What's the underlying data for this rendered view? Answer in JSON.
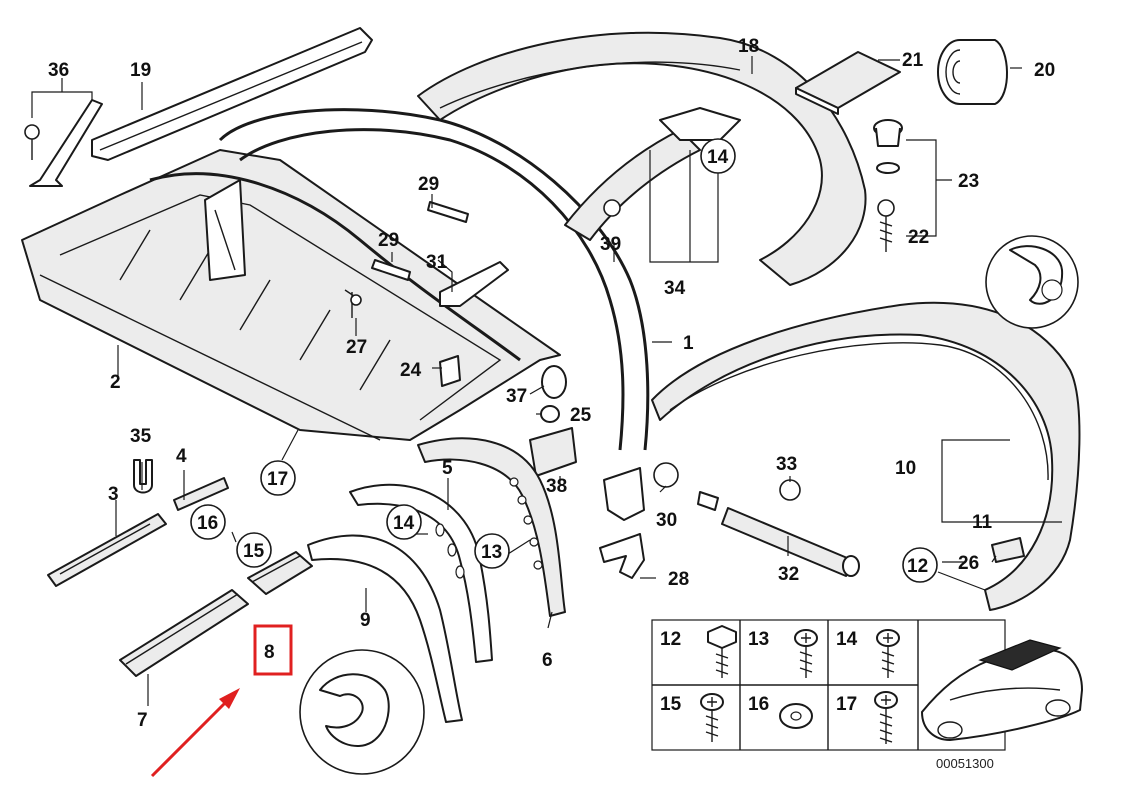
{
  "diagram": {
    "drawing_number": "00051300",
    "highlighted_label": "8",
    "highlight_color": "#e02020"
  },
  "labels": {
    "p1": "1",
    "p2": "2",
    "p3": "3",
    "p4": "4",
    "p5": "5",
    "p6": "6",
    "p7": "7",
    "p8": "8",
    "p9": "9",
    "p10": "10",
    "p11": "11",
    "p12": "12",
    "p13": "13",
    "p14": "14",
    "p15": "15",
    "p16": "16",
    "p17": "17",
    "p18": "18",
    "p19": "19",
    "p20": "20",
    "p21": "21",
    "p22": "22",
    "p23": "23",
    "p24": "24",
    "p25": "25",
    "p26": "26",
    "p27": "27",
    "p28": "28",
    "p29": "29",
    "p30": "30",
    "p31": "31",
    "p32": "32",
    "p33": "33",
    "p34": "34",
    "p35": "35",
    "p36": "36",
    "p37": "37",
    "p38": "38",
    "p39": "39"
  },
  "fastener_table": {
    "cells": [
      "12",
      "13",
      "14",
      "15",
      "16",
      "17"
    ]
  }
}
